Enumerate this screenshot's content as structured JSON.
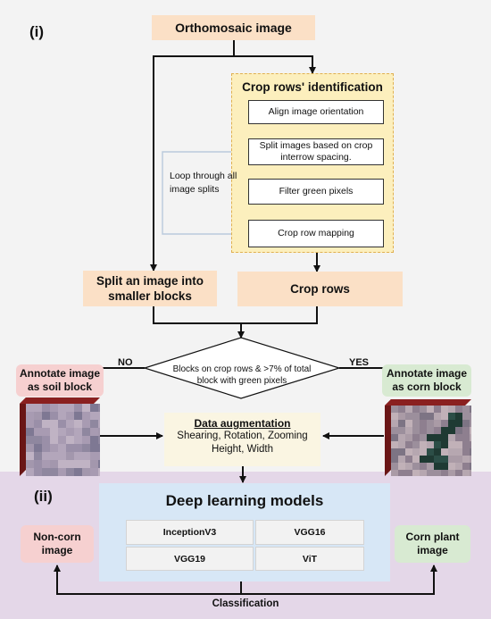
{
  "panels": {
    "top_label": "(i)",
    "bottom_label": "(ii)"
  },
  "orthomosaic": "Orthomosaic image",
  "crop_rows_identification": {
    "title": "Crop rows' identification",
    "steps": [
      "Align image orientation",
      "Split images based on crop interrow spacing.",
      "Filter green pixels",
      "Crop row mapping"
    ],
    "loop_label": "Loop through all image splits"
  },
  "split_blocks": "Split an image into smaller blocks",
  "crop_rows": "Crop rows",
  "decision": {
    "text": "Blocks on crop rows & >7% of total block with green pixels",
    "no": "NO",
    "yes": "YES"
  },
  "annotate_soil": "Annotate image as soil block",
  "annotate_corn": "Annotate image as corn block",
  "augmentation": {
    "title": "Data augmentation",
    "line1": "Shearing, Rotation, Zooming",
    "line2": "Height, Width"
  },
  "deep_learning": {
    "title": "Deep learning models",
    "models": [
      "InceptionV3",
      "VGG16",
      "VGG19",
      "ViT"
    ]
  },
  "outputs": {
    "non_corn": "Non-corn image",
    "corn": "Corn plant image"
  },
  "classification": "Classification",
  "colors": {
    "peach": "#fbe0c6",
    "crop_panel": "#fcefbd",
    "crop_panel_border": "#e0b050",
    "soil_label": "#f6d0d0",
    "corn_label": "#d8ead2",
    "dl_box": "#d7e7f6",
    "panel_ii": "#e4d7e8",
    "loop_arrow": "#b9c9dc"
  }
}
